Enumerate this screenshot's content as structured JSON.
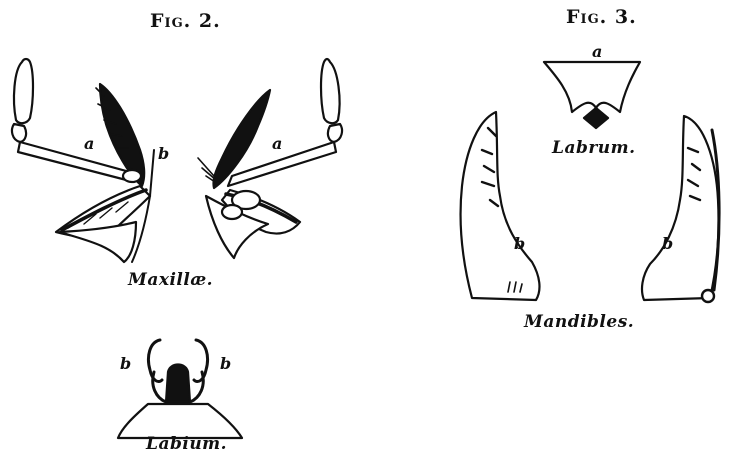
{
  "figures": {
    "fig2": {
      "title": "Fig. 2.",
      "maxillae_caption": "Maxillæ.",
      "labium_caption": "Labium.",
      "left_maxilla_letter": "a",
      "right_maxilla_letter": "a",
      "maxilla_b_letter": "b",
      "labium_left_letter": "b",
      "labium_right_letter": "b"
    },
    "fig3": {
      "title": "Fig. 3.",
      "labrum_letter": "a",
      "labrum_caption": "Labrum.",
      "mandibles_caption": "Mandibles.",
      "left_mandible_letter": "b",
      "right_mandible_letter": "b"
    }
  }
}
